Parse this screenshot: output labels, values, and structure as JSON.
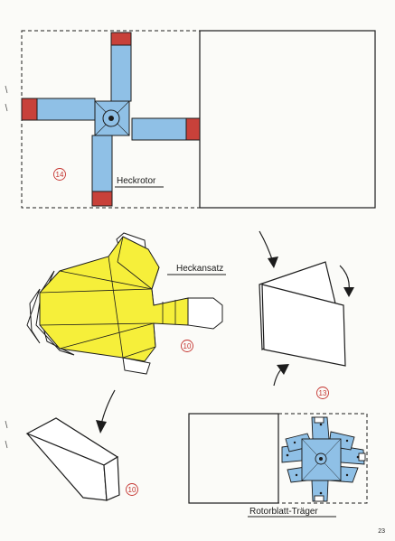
{
  "labels": {
    "heckrotor": "Heckrotor",
    "heckansatz": "Heckansatz",
    "rotorblatt_traeger": "Rotorblatt-Träger"
  },
  "part_numbers": {
    "heckrotor": "14",
    "heckansatz": "10",
    "fold_piece": "13",
    "wedge_piece": "10"
  },
  "page_number": "23",
  "colors": {
    "blue": "#8fc0e6",
    "red": "#c8413a",
    "yellow": "#f6ef3a",
    "line": "#1c1c1c",
    "number": "#c4332f"
  },
  "icons": [
    "curved-arrow-icon",
    "rotor-hub-icon"
  ]
}
